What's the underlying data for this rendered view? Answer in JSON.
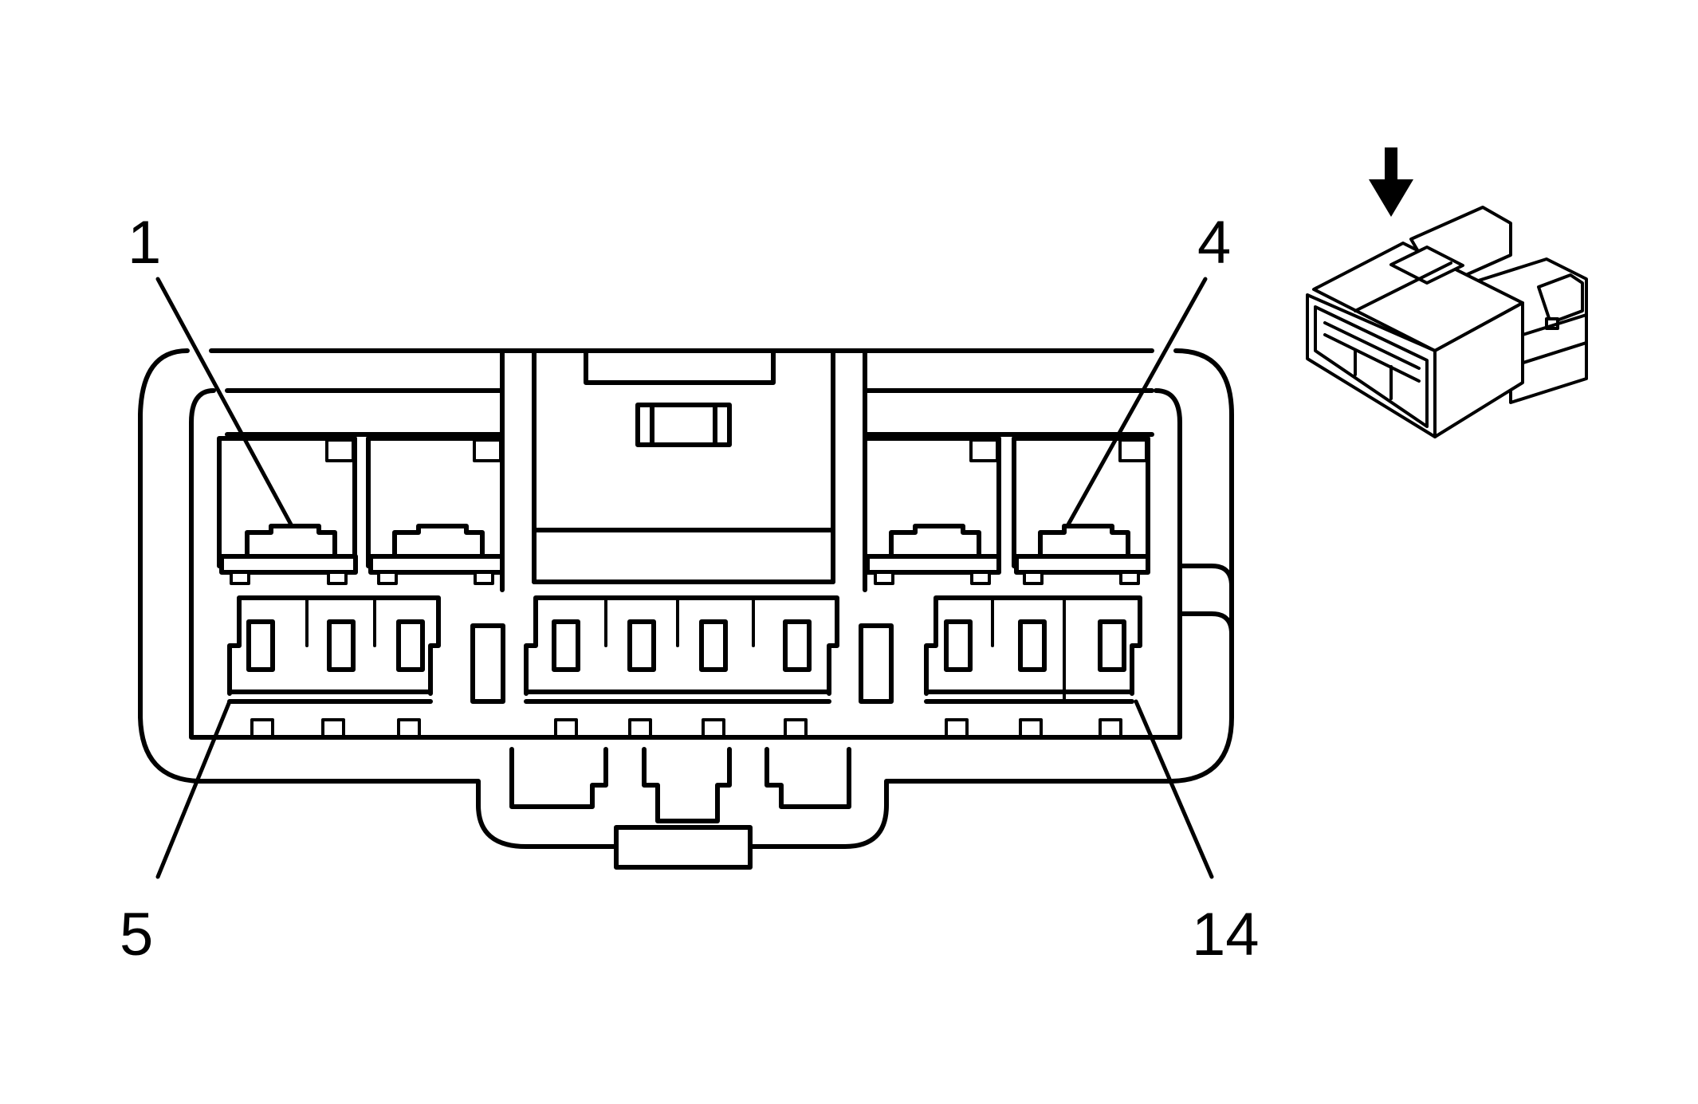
{
  "pin_labels": {
    "pin_1": "1",
    "pin_4": "4",
    "pin_5": "5",
    "pin_14": "14"
  },
  "colors": {
    "line": "#000000",
    "background": "#ffffff"
  },
  "icons": {
    "view_arrow": "down-arrow-icon",
    "connector_thumbnail": "connector-3d-icon"
  }
}
